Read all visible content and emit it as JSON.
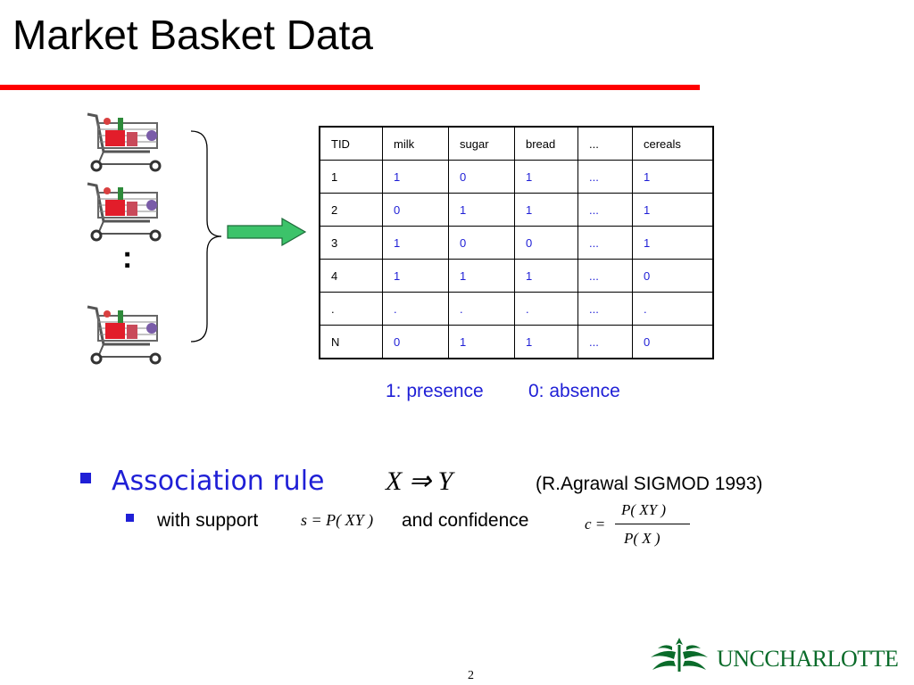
{
  "slide": {
    "title": "Market Basket Data",
    "page_number": "2"
  },
  "basket_table": {
    "headers": [
      "TID",
      "milk",
      "sugar",
      "bread",
      "...",
      "cereals"
    ],
    "rows": [
      [
        "1",
        "1",
        "0",
        "1",
        "...",
        "1"
      ],
      [
        "2",
        "0",
        "1",
        "1",
        "...",
        "1"
      ],
      [
        "3",
        "1",
        "0",
        "0",
        "...",
        "1"
      ],
      [
        "4",
        "1",
        "1",
        "1",
        "...",
        "0"
      ],
      [
        ".",
        ".",
        ".",
        ".",
        "...",
        "."
      ],
      [
        "N",
        "0",
        "1",
        "1",
        "...",
        "0"
      ]
    ]
  },
  "legend": {
    "presence": "1: presence",
    "absence": "0: absence"
  },
  "carts": {
    "ellipsis": ":"
  },
  "bullets": {
    "association_rule": "Association rule",
    "rule_formula": "X ⇒ Y",
    "citation": "(R.Agrawal SIGMOD 1993)",
    "support_label": "with support",
    "support_formula": "s = P( XY )",
    "confidence_label": "and confidence",
    "confidence_c": "c =",
    "confidence_numerator": "P( XY )",
    "confidence_denominator": "P( X )"
  },
  "logo": {
    "text": "UNCCHARLOTTE"
  },
  "colors": {
    "accent_red": "#ff0000",
    "value_blue": "#1f1fd6",
    "arrow_green": "#3cc36a",
    "logo_green": "#0a6b2a"
  }
}
